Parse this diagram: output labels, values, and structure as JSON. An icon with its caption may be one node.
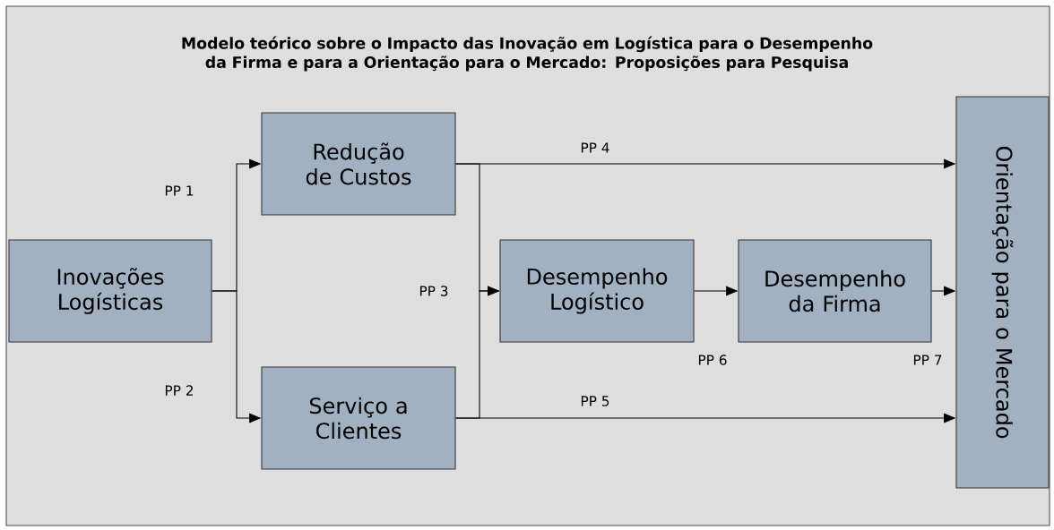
{
  "diagram": {
    "title": "Modelo teórico sobre o Impacto das Inovação em Logística para o Desempenho da Firma e para a Orientação para o Mercado: Proposições para Pesquisa",
    "nodes": [
      {
        "text": [
          "Inovações Logísticas"
        ]
      },
      {
        "text": [
          "Redução de Custos"
        ]
      },
      {
        "text": [
          "Serviço a Clientes"
        ]
      },
      {
        "text": [
          "Desempenho Logístico"
        ]
      },
      {
        "text": [
          "Desempenho da Firma"
        ]
      },
      {
        "text": [
          "Orientação para o Mercado"
        ]
      }
    ],
    "edges": [
      {
        "from": 0,
        "to": 1,
        "arrow": "to",
        "label": "PP 1"
      },
      {
        "from": 0,
        "to": 2,
        "arrow": "to",
        "label": "PP 2"
      },
      {
        "from": 1,
        "to": 3,
        "arrow": "to",
        "label": "PP 3"
      },
      {
        "from": 2,
        "to": 3,
        "arrow": "to"
      },
      {
        "from": 1,
        "to": 5,
        "arrow": "to",
        "label": "PP 4"
      },
      {
        "from": 2,
        "to": 5,
        "arrow": "to",
        "label": "PP 5"
      },
      {
        "from": 3,
        "to": 4,
        "arrow": "to",
        "label": "PP 6"
      },
      {
        "from": 4,
        "to": 5,
        "arrow": "to",
        "label": "PP 7"
      }
    ]
  }
}
